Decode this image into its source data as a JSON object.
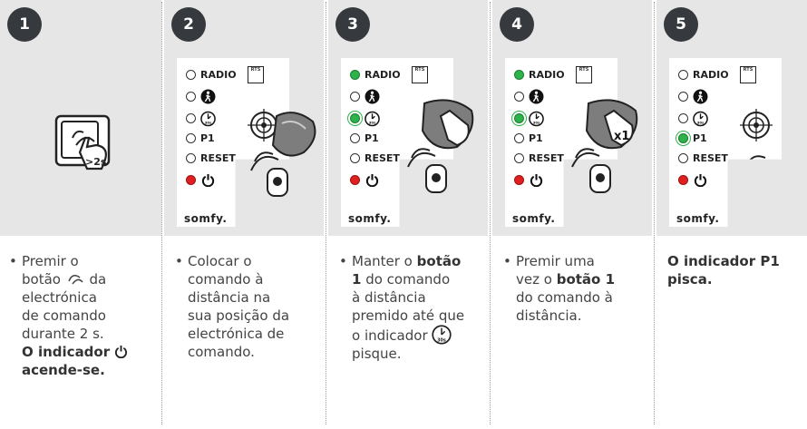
{
  "steps": [
    {
      "number": "1",
      "text_pre": "Premir o",
      "text_mid1": "botão",
      "text_mid2": "da",
      "text_lines": [
        "electrónica",
        "de comando",
        "durante 2 s."
      ],
      "bold_line1": "O indicador",
      "bold_line2": "acende-se.",
      "button_badge": ">2s"
    },
    {
      "number": "2",
      "text_lines": [
        "Colocar o",
        "comando à",
        "distância na",
        "sua posição da",
        "electrónica de",
        "comando."
      ]
    },
    {
      "number": "3",
      "text_a": "Manter o",
      "text_bold_a": "botão",
      "text_bold_b": "1",
      "text_b": "do comando",
      "text_lines": [
        "à distância",
        "premido até que"
      ],
      "text_c": "o indicador",
      "text_d": "pisque."
    },
    {
      "number": "4",
      "text_a": "Premir uma",
      "text_b": "vez o",
      "text_bold": "botão 1",
      "text_lines": [
        "do comando à",
        "distância."
      ],
      "badge": "x1"
    },
    {
      "number": "5",
      "bold_line1": "O indicador P1",
      "bold_line2": "pisca."
    }
  ],
  "panel": {
    "radio_label": "RADIO",
    "p1_label": "P1",
    "reset_label": "RESET",
    "rts_label": "RTS",
    "logo": "somfy.",
    "timer_label": "30s"
  }
}
